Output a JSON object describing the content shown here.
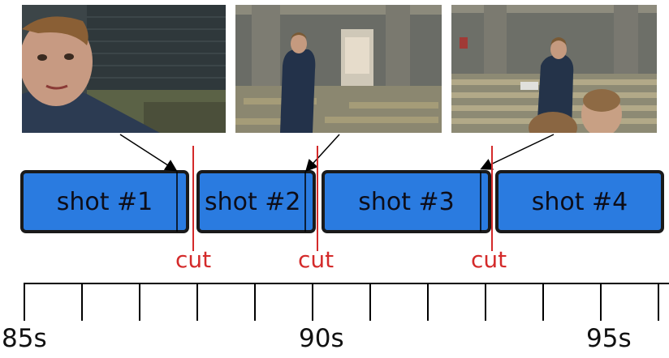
{
  "shots": [
    {
      "label": "shot #1"
    },
    {
      "label": "shot #2"
    },
    {
      "label": "shot #3"
    },
    {
      "label": "shot #4"
    }
  ],
  "cuts": [
    {
      "label": "cut"
    },
    {
      "label": "cut"
    },
    {
      "label": "cut"
    }
  ],
  "timeline": {
    "labels": [
      "85s",
      "90s",
      "95s"
    ]
  },
  "colors": {
    "shot_fill": "#2a7be0",
    "cut": "#d42a2a",
    "arrow": "#000000"
  }
}
